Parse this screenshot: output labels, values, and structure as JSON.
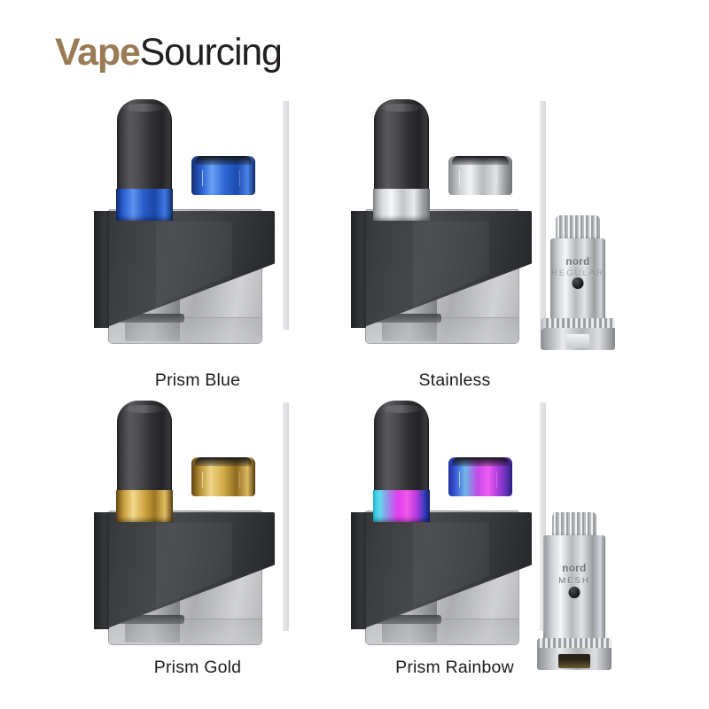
{
  "brand": {
    "name_part1": "Vape",
    "name_part2": "Sourcing",
    "color_part1": "#9a7b55",
    "color_part2": "#231f20"
  },
  "background_color": "#ffffff",
  "products": [
    {
      "label": "Prism Blue",
      "accent_color": "#2255c4",
      "has_coil": false,
      "tip_band_gradient": "linear-gradient(90deg,#0f2f7a 0%,#2d63d6 14%,#5e93f0 30%,#2a5ecb 48%,#1b47ab 68%,#3f77e0 86%,#10306f 100%)",
      "port_gradient": "linear-gradient(90deg,#132f73 0%,#2b5fcf 16%,#69a0f5 32%,#2f66d4 52%,#1d4bb0 72%,#4a82e6 88%,#112a66 100%)"
    },
    {
      "label": "Stainless",
      "accent_color": "#c8cbcf",
      "has_coil": true,
      "coil": {
        "brand": "nord",
        "type": "REGULAR"
      },
      "tip_band_gradient": "linear-gradient(90deg,#8d9094 0%,#d8dbdf 16%,#f6f8fa 32%,#c2c5c9 52%,#e8eaec 72%,#9da0a4 88%,#7b7e82 100%)",
      "port_gradient": "linear-gradient(90deg,#84878b 0%,#cfd2d6 18%,#f2f4f6 34%,#b7babe 54%,#e0e3e6 74%,#94979b 90%,#6f7276 100%)"
    },
    {
      "label": "Prism Gold",
      "accent_color": "#d4a843",
      "has_coil": false,
      "tip_band_gradient": "linear-gradient(90deg,#6d4f14 0%,#c9a03c 14%,#f2d98a 30%,#d3ab46 48%,#9c7622 68%,#e0bd63 86%,#5d4310 100%)",
      "port_gradient": "linear-gradient(90deg,#5f430f 0%,#b9913a 14%,#efd585 30%,#d2ab49 50%,#8f6a1e 70%,#dcb85f 88%,#543b0d 100%)"
    },
    {
      "label": "Prism Rainbow",
      "accent_color": "#c34de0",
      "has_coil": true,
      "coil": {
        "brand": "nord",
        "type": "MESH"
      },
      "tip_band_gradient": "linear-gradient(90deg,#25c9e8 0%,#63d8ef 12%,#9a8fe8 26%,#e23cf0 44%,#f05ae8 60%,#b83ae0 76%,#2b3bb5 92%,#15237e 100%)",
      "port_gradient": "linear-gradient(90deg,#1f2f9e 0%,#3c5fd8 12%,#6fb6e8 26%,#c24ae8 46%,#ef5cf2 62%,#a93cdd 78%,#5a2fb0 92%,#2a1d7a 100%)"
    }
  ]
}
